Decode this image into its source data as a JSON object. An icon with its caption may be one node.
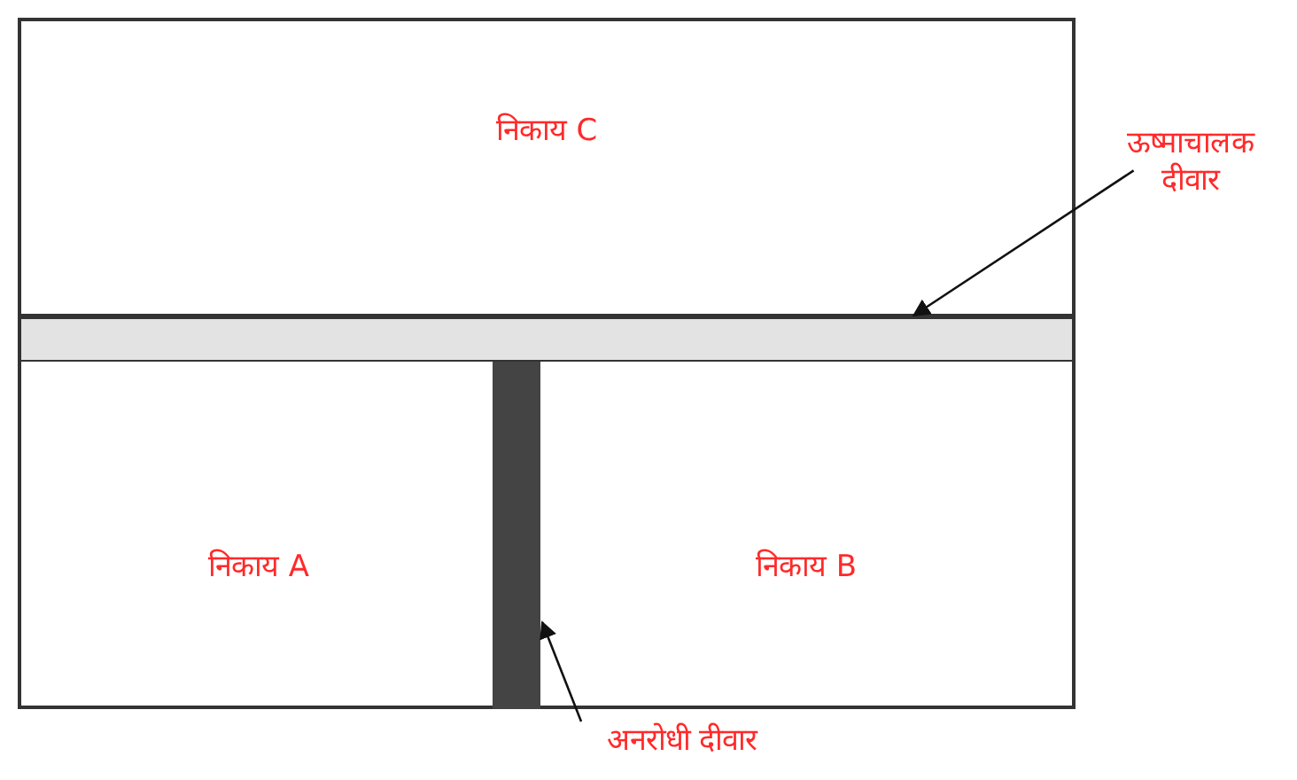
{
  "diagram": {
    "nodes": [
      {
        "text": [
          "निकाय C"
        ]
      },
      {
        "text": [],
        "shape": "bar"
      },
      {
        "text": [
          "निकाय A"
        ]
      },
      {
        "text": [],
        "shape": "bar"
      },
      {
        "text": [
          "निकाय B"
        ]
      },
      {
        "text": [
          "ऊष्माचालक दीवार"
        ]
      },
      {
        "text": [
          "अनरोधी दीवार"
        ]
      }
    ],
    "edges": [
      {
        "from": 5,
        "to": 1,
        "arrow": "to"
      },
      {
        "from": 6,
        "to": 3,
        "arrow": "to"
      }
    ]
  }
}
